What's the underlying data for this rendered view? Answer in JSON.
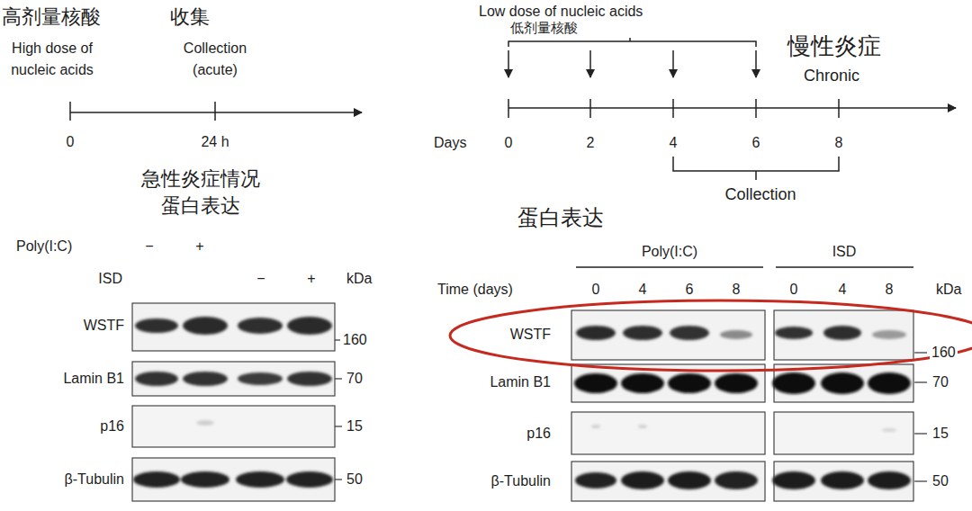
{
  "diagram": {
    "labels": [
      "高剂量核酸",
      "High dose of nucleic acids",
      "收集",
      "Collection (acute)",
      "0",
      "24 h",
      "急性炎症情况 蛋白表达",
      "Poly(I:C)",
      "−",
      "+",
      "ISD",
      "−",
      "+",
      "kDa",
      "WSTF",
      "160",
      "Lamin B1",
      "70",
      "p16",
      "15",
      "β-Tubulin",
      "50",
      "Low dose of nucleic acids",
      "低剂量核酸",
      "慢性炎症",
      "Chronic",
      "Days",
      "0",
      "2",
      "4",
      "6",
      "8",
      "Collection",
      "蛋白表达",
      "Poly(I:C)",
      "ISD",
      "Time (days)",
      "0",
      "4",
      "6",
      "8",
      "0",
      "4",
      "8",
      "kDa",
      "WSTF",
      "160",
      "Lamin B1",
      "70",
      "p16",
      "15",
      "β-Tubulin",
      "50"
    ]
  }
}
